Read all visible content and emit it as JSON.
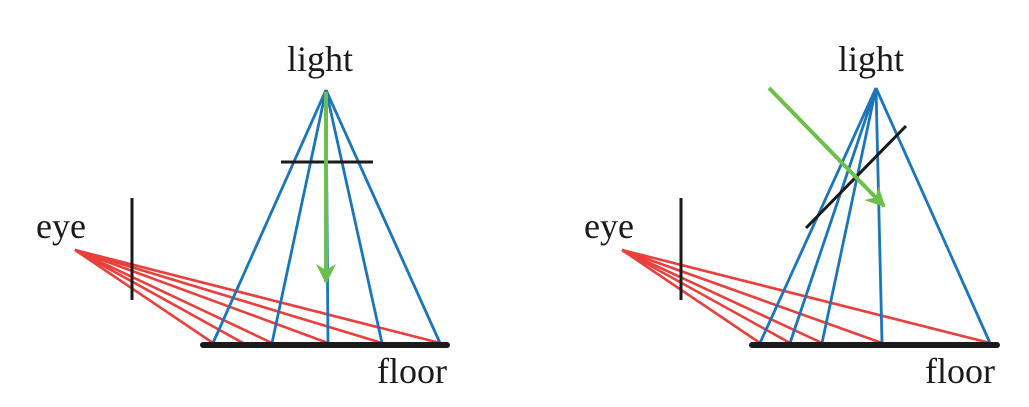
{
  "panels": [
    {
      "id": "left",
      "labels": {
        "light": "light",
        "eye": "eye",
        "floor": "floor"
      }
    },
    {
      "id": "right",
      "labels": {
        "light": "light",
        "eye": "eye",
        "floor": "floor"
      }
    }
  ],
  "colors": {
    "light_rays": "#1a75bb",
    "eye_rays": "#e8403c",
    "light_direction_arrow": "#6cbf4a",
    "planes_and_floor": "#1a1a1a"
  }
}
